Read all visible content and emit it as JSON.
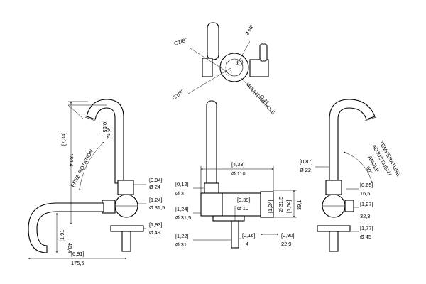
{
  "top_view": {
    "thread_upper": "G1/8\"",
    "thread_lower": "G1/8\"",
    "mount_thread": "Ø M8",
    "mount_hole_dia": "Ø 32",
    "mount_hole_text": "MOUNTING HOLE"
  },
  "left_view": {
    "outlet_in": "[0,55]",
    "outlet_mm": "Ø 14",
    "rotation_text": "FREE ROTATION",
    "height_in": "[7,34]",
    "height_mm": "186,4",
    "lever_in": "[0,94]",
    "lever_mm": "Ø 24",
    "body_in": "[1,24]",
    "body_mm": "Ø 31,5",
    "base_in": "[1,93]",
    "base_mm": "Ø 49",
    "spout_drop_in": "[1,91]",
    "spout_drop_mm": "48,4",
    "reach_in": "[6,91]",
    "reach_mm": "175,5"
  },
  "front_view": {
    "width_in": "[4,33]",
    "width_mm": "Ø 110",
    "tip_in": "[0,12]",
    "tip_mm": "Ø 3",
    "body_in": "[1,24]",
    "body_mm": "Ø 31,5",
    "stud_in": "[0,39]",
    "stud_mm": "Ø 10",
    "side_in": "[1,24]",
    "side_mm": "Ø 31,5",
    "side_h_in": "[1,54]",
    "side_h_mm": "39,1",
    "base_in": "[1,22]",
    "base_mm": "Ø 31",
    "pin_in": "[0,16]",
    "pin_mm": "4",
    "depth_in": "[0,90]",
    "depth_mm": "22,9"
  },
  "right_view": {
    "temp_text": [
      "TEMPERATURE",
      "ADJUSTMENT",
      "ANGLE",
      "90°"
    ],
    "stem_in": "[0,87]",
    "stem_mm": "Ø 22",
    "v1_in": "[0,65]",
    "v1_mm": "16,5",
    "v2_in": "[1,27]",
    "v2_mm": "32,3",
    "base_in": "[1,77]",
    "base_mm": "Ø 45"
  }
}
